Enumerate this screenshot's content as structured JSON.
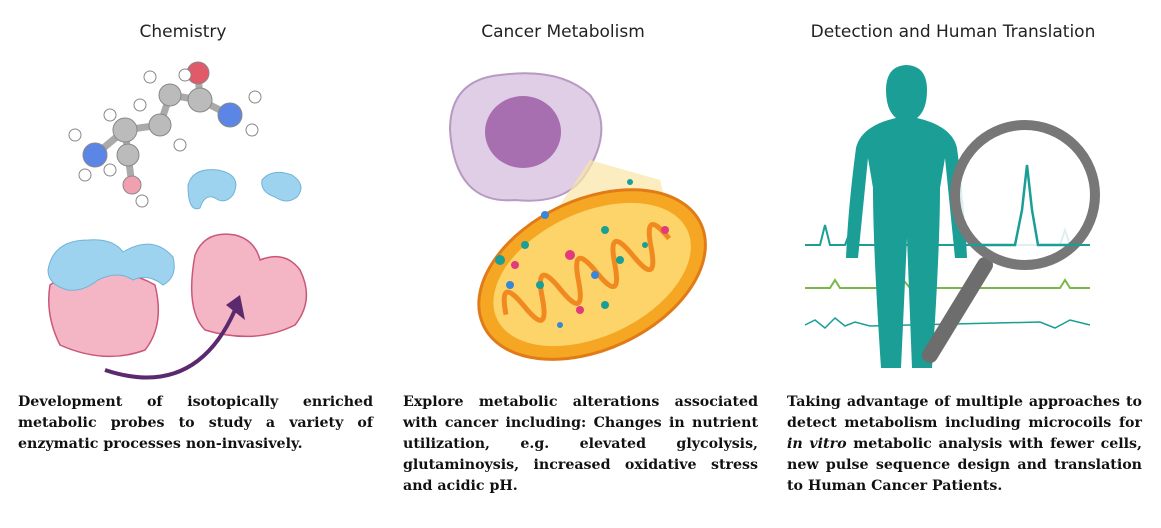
{
  "panels": [
    {
      "title": "Chemistry",
      "description": "Development of isotopically enriched metabolic probes to study a variety of enzymatic processes non-invasively."
    },
    {
      "title": "Cancer Metabolism",
      "description": "Explore metabolic alterations associated with cancer including: Changes in nutrient utilization, e.g. elevated glycolysis, glutaminoysis, increased oxidative stress and acidic pH."
    },
    {
      "title": "Detection and Human Translation",
      "description_pre": "Taking advantage of multiple approaches to detect metabolism including microcoils for ",
      "description_italic": "in vitro",
      "description_post": " metabolic analysis with fewer cells, new pulse sequence design and translation to Human Cancer Patients."
    }
  ],
  "colors": {
    "teal": "#1a9e96",
    "pink": "#f4b6c5",
    "blue": "#9ed3ef",
    "purple": "#5b2a6e",
    "mito_orange": "#f5a623"
  }
}
